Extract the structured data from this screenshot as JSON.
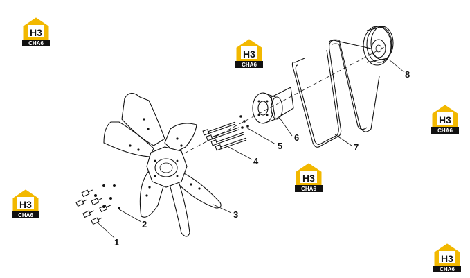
{
  "watermark": {
    "logo_text": "H3",
    "logo_caption": "CHA6",
    "colors": {
      "house": "#f2b800",
      "bar": "#111111",
      "caption_text": "#ffffff"
    }
  },
  "callouts": {
    "c1": "1",
    "c2": "2",
    "c3": "3",
    "c4": "4",
    "c5": "5",
    "c6": "6",
    "c7": "7",
    "c8": "8"
  }
}
